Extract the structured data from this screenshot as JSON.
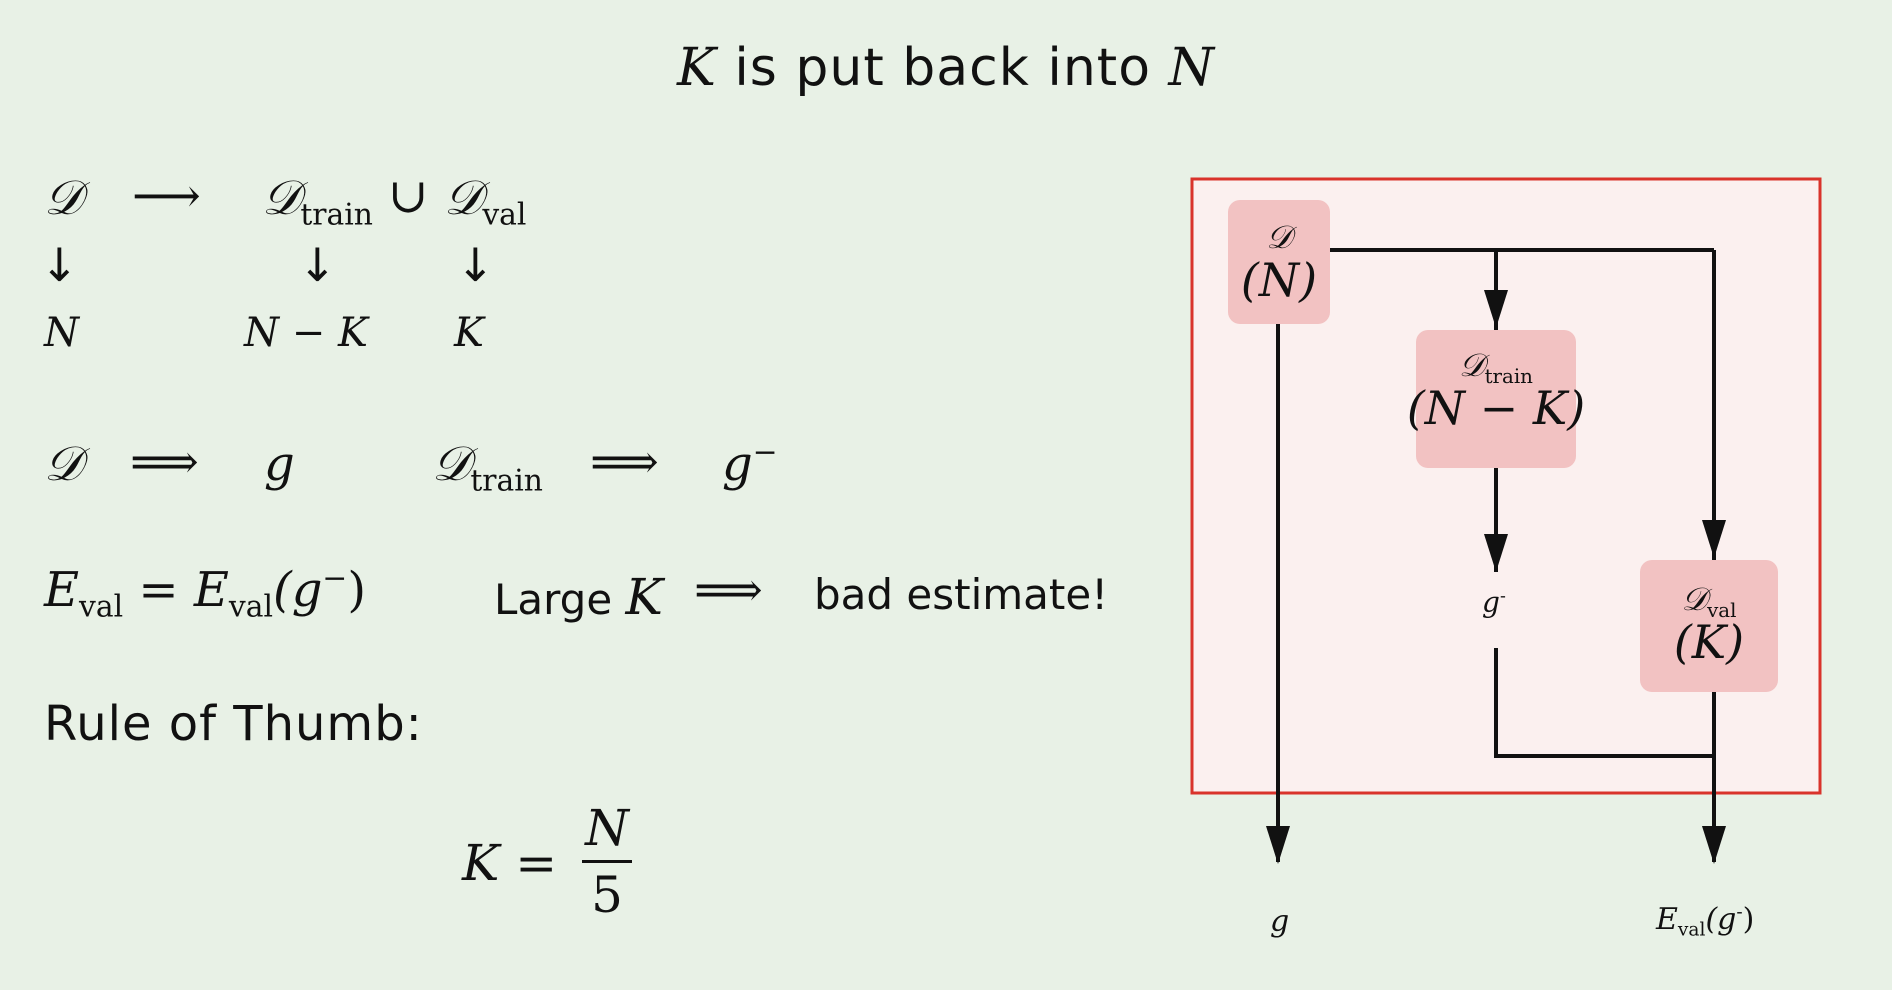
{
  "title": {
    "K": "K",
    "text": " is put back into ",
    "N": "N"
  },
  "split": {
    "D": "𝒟",
    "maps_to": "⟶",
    "D_train": "𝒟",
    "train_sub": "train",
    "union": "∪",
    "D_val": "𝒟",
    "val_sub": "val",
    "down": "↓",
    "N": "N",
    "N_minus_K": "N − K",
    "K": "K"
  },
  "learning": {
    "D": "𝒟",
    "implies": "⟹",
    "g": "g",
    "D_train": "𝒟",
    "train_sub": "train",
    "g_minus": "g",
    "minus_sup": "−"
  },
  "estimate": {
    "E": "E",
    "val_sub": "val",
    "equals": "=",
    "arg_open": "(g",
    "minus_sup": "−",
    "arg_close": ")",
    "large": "Large ",
    "K": "K",
    "implies": "⟹",
    "bad": "bad estimate!"
  },
  "rule": {
    "label": "Rule of Thumb:",
    "K": "K",
    "equals": "=",
    "num": "N",
    "den": "5"
  },
  "diagram": {
    "frame_color": "#d9332b",
    "frame_fill": "#fbf0ef",
    "node_fill": "#f2c2c2",
    "node_D": {
      "sym": "𝒟",
      "count": "(N)"
    },
    "node_train": {
      "sym": "𝒟",
      "sub": "train",
      "count": "(N − K)"
    },
    "node_val": {
      "sym": "𝒟",
      "sub": "val",
      "count": "(K)"
    },
    "g_minus_label": "g",
    "g_minus_sup": "-",
    "g_label": "g",
    "eval_label": {
      "E": "E",
      "sub": "val",
      "arg": "(g",
      "sup": "-",
      "close": ")"
    }
  }
}
